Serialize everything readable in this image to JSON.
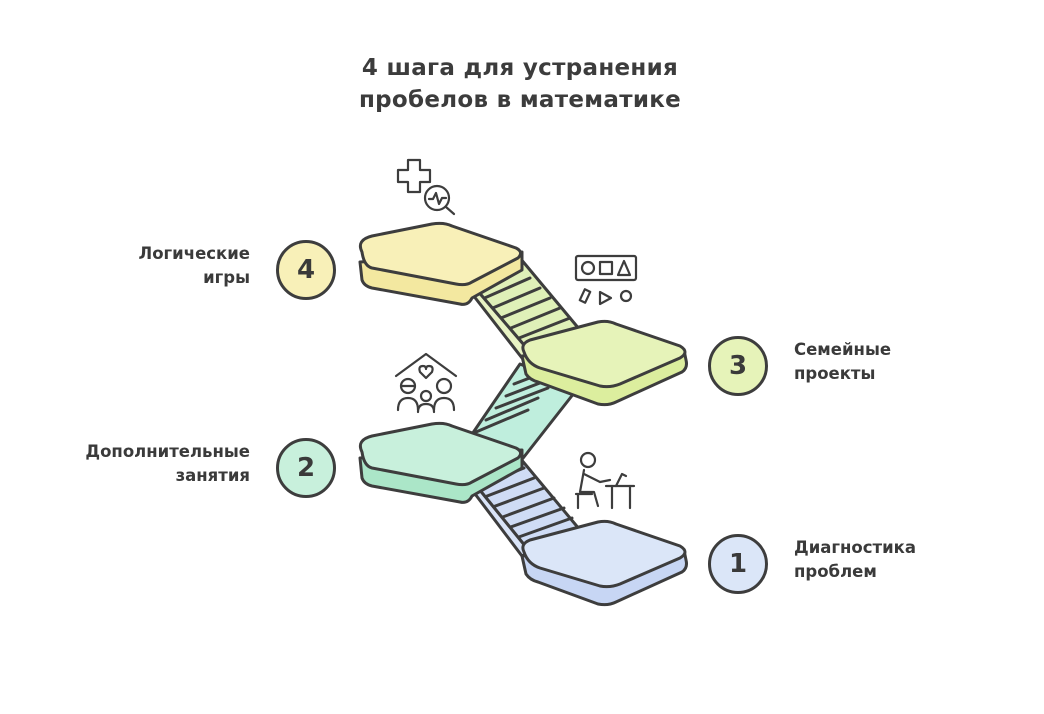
{
  "title": {
    "line1": "4 шага для устранения",
    "line2": "пробелов в математике"
  },
  "steps": [
    {
      "number": "1",
      "label_line1": "Диагностика",
      "label_line2": "проблем",
      "color": "#dbe6f8",
      "icon": "student-at-desk-icon"
    },
    {
      "number": "2",
      "label_line1": "Дополнительные",
      "label_line2": "занятия",
      "color": "#c8f0dc",
      "icon": "family-home-icon"
    },
    {
      "number": "3",
      "label_line1": "Семейные",
      "label_line2": "проекты",
      "color": "#e6f3b9",
      "icon": "shapes-board-icon"
    },
    {
      "number": "4",
      "label_line1": "Логические",
      "label_line2": "игры",
      "color": "#f8f0b8",
      "icon": "health-check-icon"
    }
  ],
  "colors": {
    "outline": "#3d3d3d",
    "step1": "#dbe6f8",
    "step2": "#c8f0dc",
    "step3": "#e6f3b9",
    "step4": "#f8f0b8"
  }
}
